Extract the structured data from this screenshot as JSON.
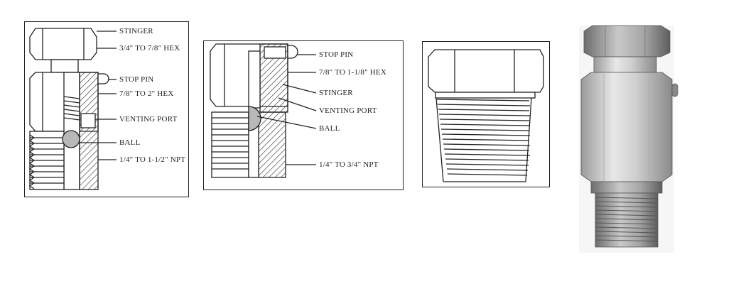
{
  "diagram1": {
    "labels": {
      "stinger": "STINGER",
      "hex_small": "3/4\" TO 7/8\" HEX",
      "stop_pin": "STOP PIN",
      "hex_large": "7/8\" TO 2\" HEX",
      "venting_port": "VENTING PORT",
      "ball": "BALL",
      "npt": "1/4\" TO 1-1/2\" NPT"
    }
  },
  "diagram2": {
    "labels": {
      "stop_pin": "STOP PIN",
      "hex": "7/8\" TO 1-1/8\" HEX",
      "stinger": "STINGER",
      "venting_port": "VENTING PORT",
      "ball": "BALL",
      "npt": "1/4\" TO 3/4\" NPT"
    }
  },
  "colors": {
    "line": "#222222",
    "hatch": "#444444",
    "ball": "#b8b8b8",
    "metal_light": "#d9d9d9",
    "metal_dark": "#8a8a8a"
  }
}
